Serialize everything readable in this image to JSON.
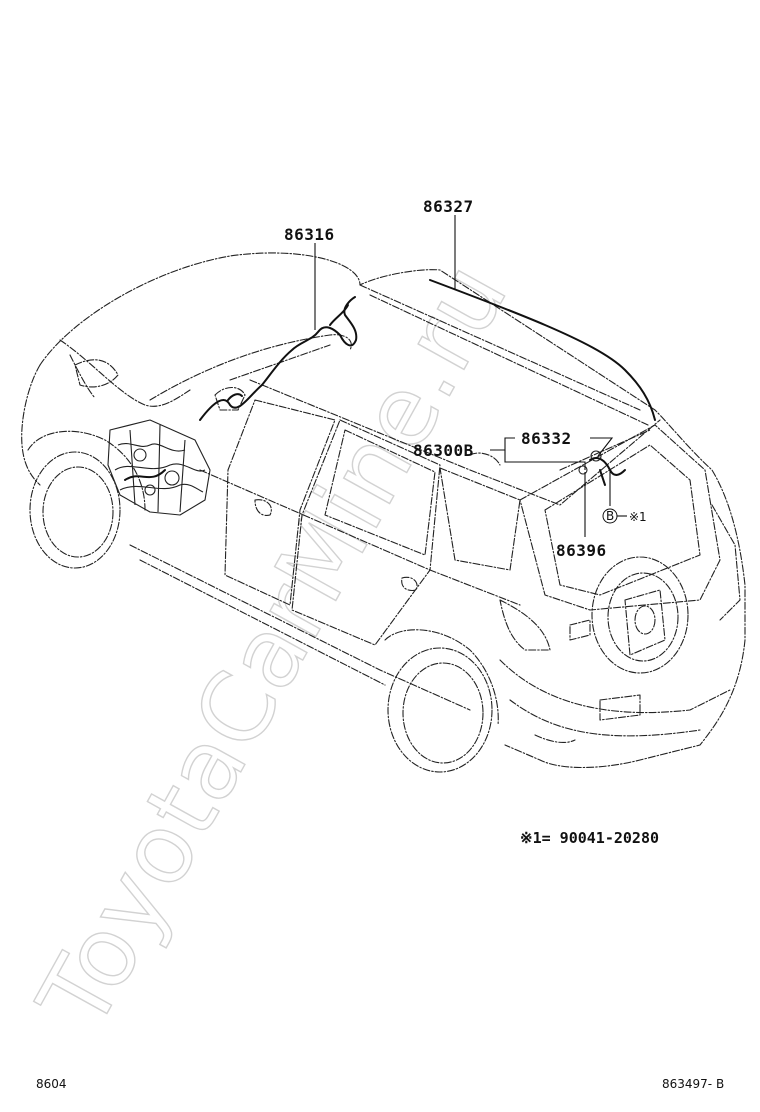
{
  "callouts": {
    "c86327": "86327",
    "c86316": "86316",
    "c86332": "86332",
    "c86300b": "86300B",
    "c86396": "86396",
    "bolt_ref": "※1",
    "circle_b": "B"
  },
  "note": "※1= 90041-20280",
  "watermark": "ToyotaCarMine.ru",
  "footer": {
    "left": "8604",
    "right": "863497- B"
  }
}
